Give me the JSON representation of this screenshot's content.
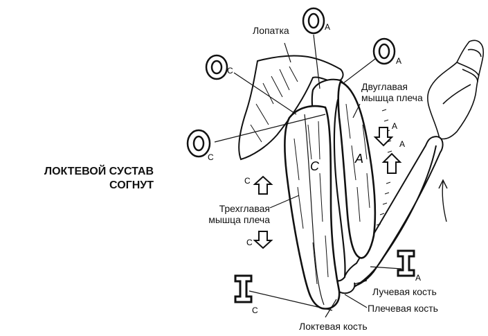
{
  "title": {
    "line1": "ЛОКТЕВОЙ СУСТАВ",
    "line2": "СОГНУТ"
  },
  "labels": {
    "scapula": "Лопатка",
    "biceps_line1": "Двуглавая",
    "biceps_line2": "мышца плеча",
    "triceps_line1": "Трехглавая",
    "triceps_line2": "мышца плеча",
    "radius": "Лучевая кость",
    "humerus": "Плечевая кость",
    "ulna": "Локтевая кость"
  },
  "symbols": {
    "origin_letter": "O",
    "insertion_letter": "I",
    "sub_a": "A",
    "sub_c": "C",
    "arrow_c": "C",
    "arrow_a": "A",
    "muscle_c": "C",
    "muscle_a": "A"
  }
}
